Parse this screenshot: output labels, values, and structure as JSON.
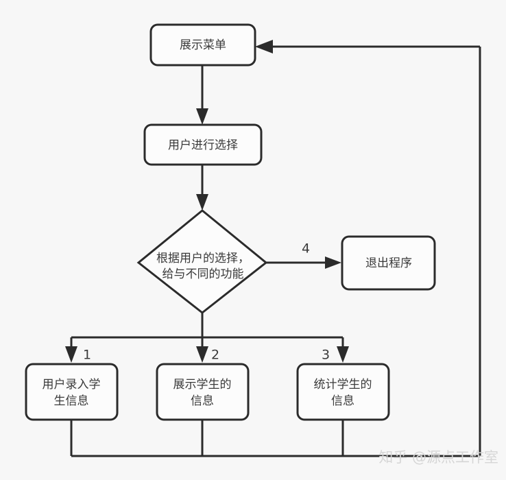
{
  "diagram": {
    "type": "flowchart",
    "title": "",
    "background_color": "#f7f7f7",
    "stroke_color": "#2b2b2b",
    "node_fill_color": "#fcfcfc",
    "text_color": "#3a3a3a",
    "nodes": {
      "show_menu": {
        "label": "展示菜单",
        "shape": "rounded-rect"
      },
      "user_select": {
        "label": "用户进行选择",
        "shape": "rounded-rect"
      },
      "decision": {
        "label_line1": "根据用户的选择，",
        "label_line2": "给与不同的功能",
        "shape": "diamond"
      },
      "exit_program": {
        "label": "退出程序",
        "shape": "rounded-rect"
      },
      "input_student": {
        "label_line1": "用户录入学",
        "label_line2": "生信息",
        "shape": "rounded-rect"
      },
      "show_student": {
        "label_line1": "展示学生的",
        "label_line2": "信息",
        "shape": "rounded-rect"
      },
      "count_student": {
        "label_line1": "统计学生的",
        "label_line2": "信息",
        "shape": "rounded-rect"
      }
    },
    "edge_labels": {
      "branch_1": "1",
      "branch_2": "2",
      "branch_3": "3",
      "branch_4": "4"
    }
  },
  "watermark": {
    "text": "知乎 @源点工作室"
  }
}
